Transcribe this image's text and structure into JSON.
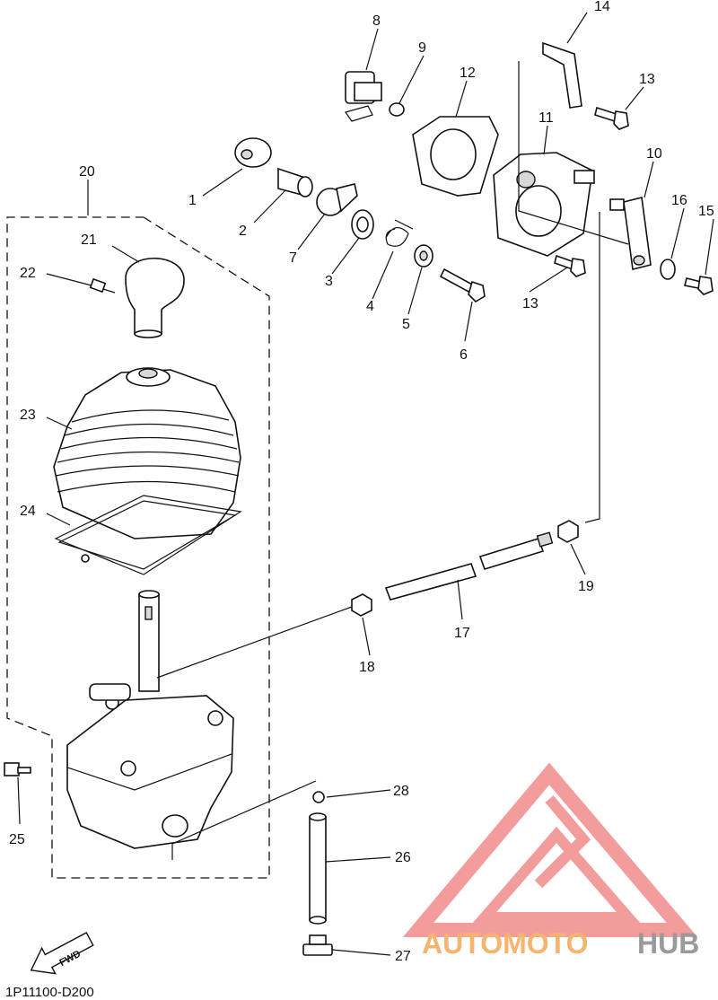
{
  "diagram_code": "1P11100-D200",
  "direction_label": "FWD",
  "watermark": {
    "brand_left": "AUTOMOTO",
    "brand_right": "HUB",
    "logo_color": "#f28b8b",
    "text_color_left": "#f6b46f",
    "text_color_right": "#9a9a9a"
  },
  "callouts": [
    {
      "id": "1",
      "label": "1"
    },
    {
      "id": "2",
      "label": "2"
    },
    {
      "id": "3",
      "label": "3"
    },
    {
      "id": "4",
      "label": "4"
    },
    {
      "id": "5",
      "label": "5"
    },
    {
      "id": "6",
      "label": "6"
    },
    {
      "id": "7",
      "label": "7"
    },
    {
      "id": "8",
      "label": "8"
    },
    {
      "id": "9",
      "label": "9"
    },
    {
      "id": "10",
      "label": "10"
    },
    {
      "id": "11",
      "label": "11"
    },
    {
      "id": "12",
      "label": "12"
    },
    {
      "id": "13a",
      "label": "13"
    },
    {
      "id": "13b",
      "label": "13"
    },
    {
      "id": "14",
      "label": "14"
    },
    {
      "id": "15",
      "label": "15"
    },
    {
      "id": "16",
      "label": "16"
    },
    {
      "id": "17",
      "label": "17"
    },
    {
      "id": "18",
      "label": "18"
    },
    {
      "id": "19",
      "label": "19"
    },
    {
      "id": "20",
      "label": "20"
    },
    {
      "id": "21",
      "label": "21"
    },
    {
      "id": "22",
      "label": "22"
    },
    {
      "id": "23",
      "label": "23"
    },
    {
      "id": "24",
      "label": "24"
    },
    {
      "id": "25",
      "label": "25"
    },
    {
      "id": "26",
      "label": "26"
    },
    {
      "id": "27",
      "label": "27"
    },
    {
      "id": "28",
      "label": "28"
    }
  ]
}
